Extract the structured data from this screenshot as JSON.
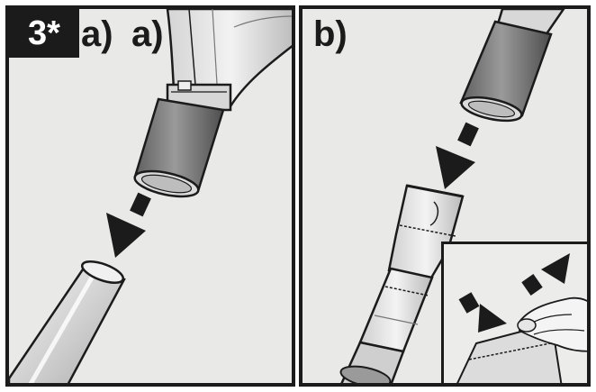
{
  "step_number": "3*",
  "panel_a": {
    "labels": [
      "a)",
      "a)"
    ]
  },
  "panel_b": {
    "label": "b)"
  },
  "colors": {
    "background": "#e9e9e7",
    "ink": "#1b1b1b",
    "tube_light": "#e4e4e4",
    "tube_dark": "#8c8c8c",
    "hose": "#7e7e7e"
  },
  "icons": {
    "step_badge": "step-number-badge",
    "arrow_a": "insert-direction-arrow",
    "arrow_b": "insert-direction-arrow",
    "inset_arrow_in": "push-arrow",
    "inset_arrow_out": "pull-arrow"
  }
}
